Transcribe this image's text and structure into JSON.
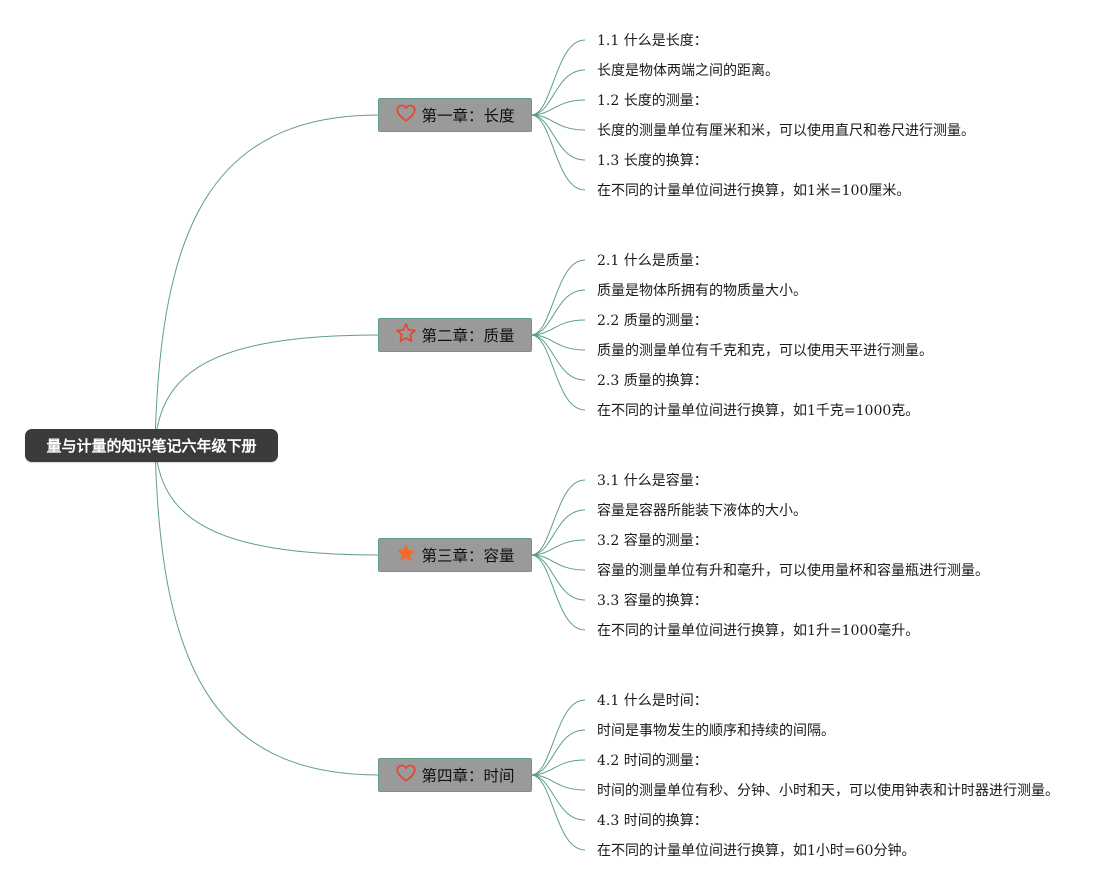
{
  "mindmap": {
    "root": "量与计量的知识笔记六年级下册",
    "line_color": "#5f9e8a",
    "chapters": [
      {
        "title": "第一章：长度",
        "icon": "heart-outline-icon",
        "icon_color": "#e04a35",
        "items": [
          "1.1 什么是长度：",
          "长度是物体两端之间的距离。",
          "1.2 长度的测量：",
          "长度的测量单位有厘米和米，可以使用直尺和卷尺进行测量。",
          "1.3 长度的换算：",
          "在不同的计量单位间进行换算，如1米=100厘米。"
        ]
      },
      {
        "title": "第二章：质量",
        "icon": "star-outline-icon",
        "icon_color": "#e04a35",
        "items": [
          "2.1 什么是质量：",
          "质量是物体所拥有的物质量大小。",
          "2.2 质量的测量：",
          "质量的测量单位有千克和克，可以使用天平进行测量。",
          "2.3 质量的换算：",
          "在不同的计量单位间进行换算，如1千克=1000克。"
        ]
      },
      {
        "title": "第三章：容量",
        "icon": "star-filled-icon",
        "icon_color": "#f06a2a",
        "items": [
          "3.1 什么是容量：",
          "容量是容器所能装下液体的大小。",
          "3.2 容量的测量：",
          "容量的测量单位有升和毫升，可以使用量杯和容量瓶进行测量。",
          "3.3 容量的换算：",
          "在不同的计量单位间进行换算，如1升=1000毫升。"
        ]
      },
      {
        "title": "第四章：时间",
        "icon": "heart-outline-icon",
        "icon_color": "#e04a35",
        "items": [
          "4.1 什么是时间：",
          "时间是事物发生的顺序和持续的间隔。",
          "4.2 时间的测量：",
          "时间的测量单位有秒、分钟、小时和天，可以使用钟表和计时器进行测量。",
          "4.3 时间的换算：",
          "在不同的计量单位间进行换算，如1小时=60分钟。"
        ]
      }
    ]
  }
}
